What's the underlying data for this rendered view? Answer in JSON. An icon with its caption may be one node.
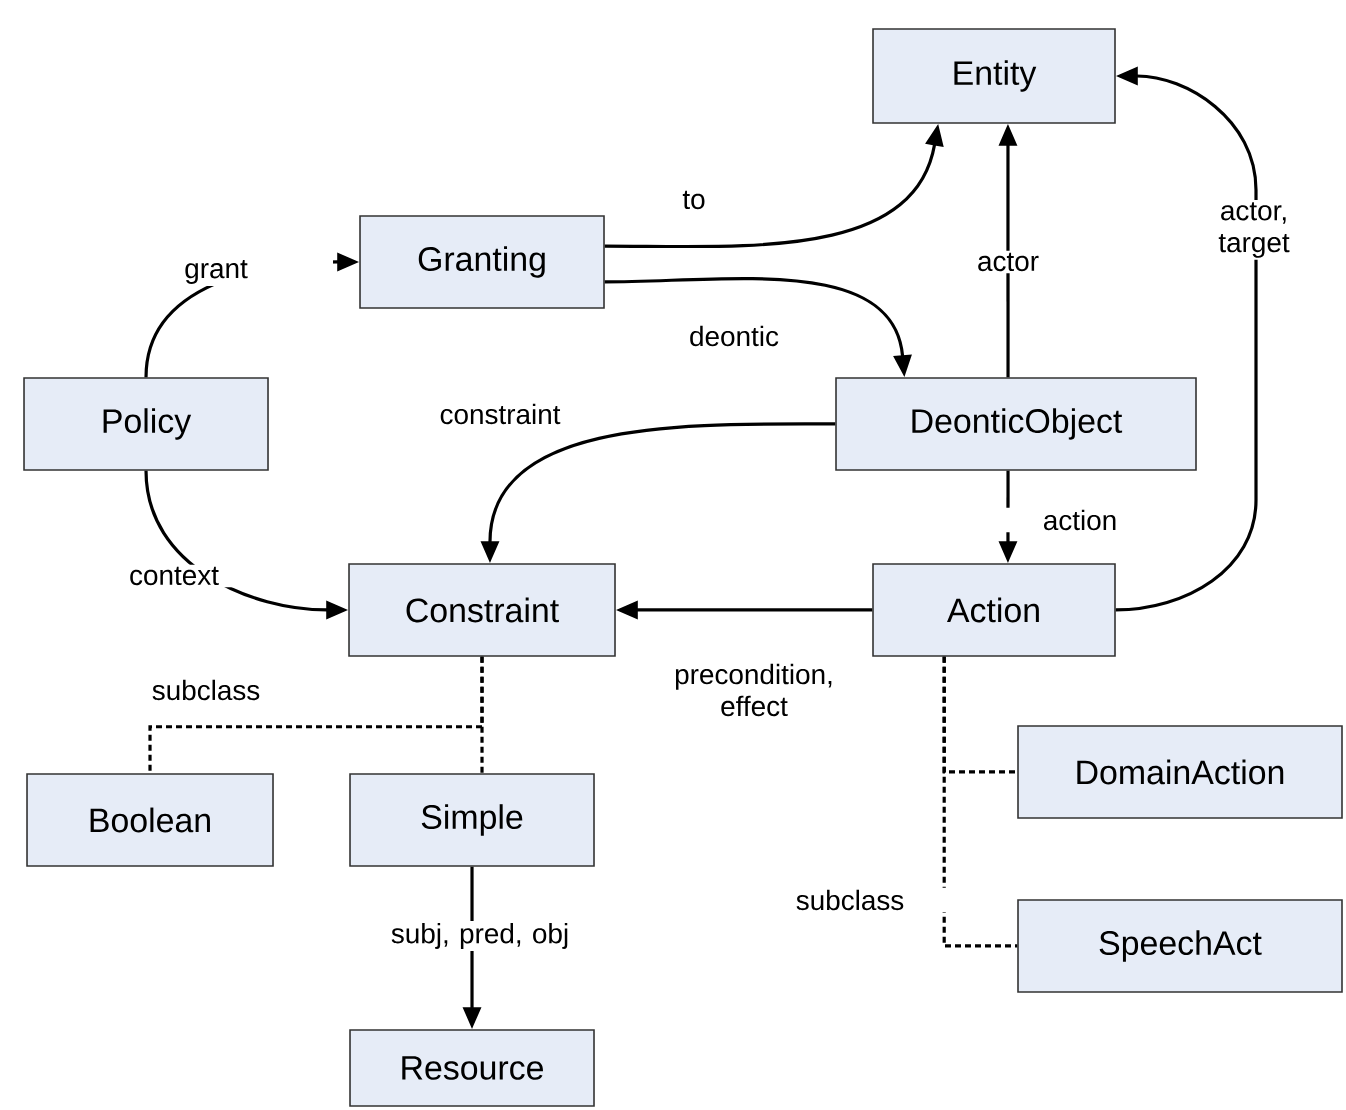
{
  "diagram": {
    "nodes": [
      {
        "text": [
          "Entity"
        ]
      },
      {
        "text": [
          "Granting"
        ]
      },
      {
        "text": [
          "Policy"
        ]
      },
      {
        "text": [
          "DeonticObject"
        ]
      },
      {
        "text": [
          "Constraint"
        ]
      },
      {
        "text": [
          "Action"
        ]
      },
      {
        "text": [
          "Boolean"
        ]
      },
      {
        "text": [
          "Simple"
        ]
      },
      {
        "text": [
          "DomainAction"
        ]
      },
      {
        "text": [
          "SpeechAct"
        ]
      },
      {
        "text": [
          "Resource"
        ]
      }
    ],
    "edges": [
      {
        "from": 2,
        "to": 1,
        "arrow": "to",
        "label": "grant"
      },
      {
        "from": 1,
        "to": 0,
        "arrow": "to",
        "label": "to"
      },
      {
        "from": 1,
        "to": 3,
        "arrow": "to",
        "label": "deontic"
      },
      {
        "from": 3,
        "to": 0,
        "arrow": "to",
        "label": "actor"
      },
      {
        "from": 5,
        "to": 0,
        "arrow": "to",
        "label": "actor, target"
      },
      {
        "from": 3,
        "to": 4,
        "arrow": "to",
        "label": "constraint"
      },
      {
        "from": 2,
        "to": 4,
        "arrow": "to",
        "label": "context"
      },
      {
        "from": 3,
        "to": 5,
        "arrow": "to",
        "label": "action"
      },
      {
        "from": 5,
        "to": 4,
        "arrow": "to",
        "label": "precondition, effect"
      },
      {
        "from": 4,
        "to": 6,
        "arrow": "none",
        "style": "dashed",
        "label": "subclass"
      },
      {
        "from": 4,
        "to": 7,
        "arrow": "none",
        "style": "dashed"
      },
      {
        "from": 5,
        "to": 8,
        "arrow": "none",
        "style": "dashed"
      },
      {
        "from": 5,
        "to": 9,
        "arrow": "none",
        "style": "dashed",
        "label": "subclass"
      },
      {
        "from": 7,
        "to": 10,
        "arrow": "to",
        "label": "subj, pred, obj"
      }
    ]
  }
}
